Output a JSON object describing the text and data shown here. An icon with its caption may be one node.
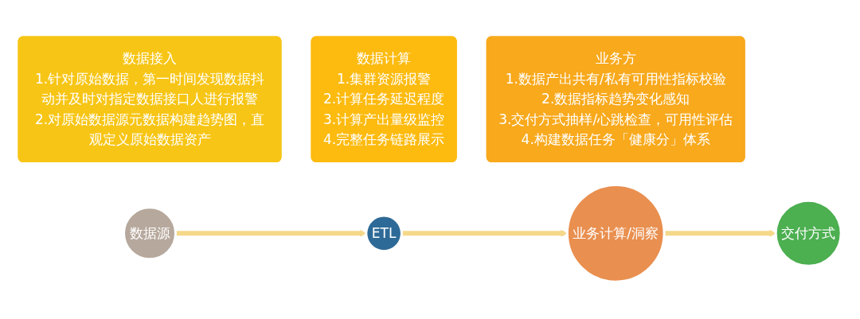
{
  "diagram": {
    "nodes": [
      {
        "text": [
          "数据接入",
          "1.针对原始数据，第一时间发现数据抖动并及时对指定数据接口人进行报警",
          "2.对原始数据源元数据构建趋势图，直观定义原始数据资产"
        ]
      },
      {
        "text": [
          "数据计算",
          "1.集群资源报警",
          "2.计算任务延迟程度",
          "3.计算产出量级监控",
          "4.完整任务链路展示"
        ]
      },
      {
        "text": [
          "业务方",
          "1.数据产出共有/私有可用性指标校验",
          "2.数据指标趋势变化感知",
          "3.交付方式抽样/心跳检查，可用性评估",
          "4.构建数据任务「健康分」体系"
        ]
      },
      {
        "text": [
          "数据源"
        ]
      },
      {
        "text": [
          "ETL"
        ]
      },
      {
        "text": [
          "业务计算/洞察"
        ]
      },
      {
        "text": [
          "交付方式"
        ]
      }
    ],
    "edges": [
      {
        "from": 3,
        "to": 4,
        "arrow": "to"
      },
      {
        "from": 4,
        "to": 5,
        "arrow": "to"
      },
      {
        "from": 5,
        "to": 6,
        "arrow": "to"
      }
    ]
  }
}
